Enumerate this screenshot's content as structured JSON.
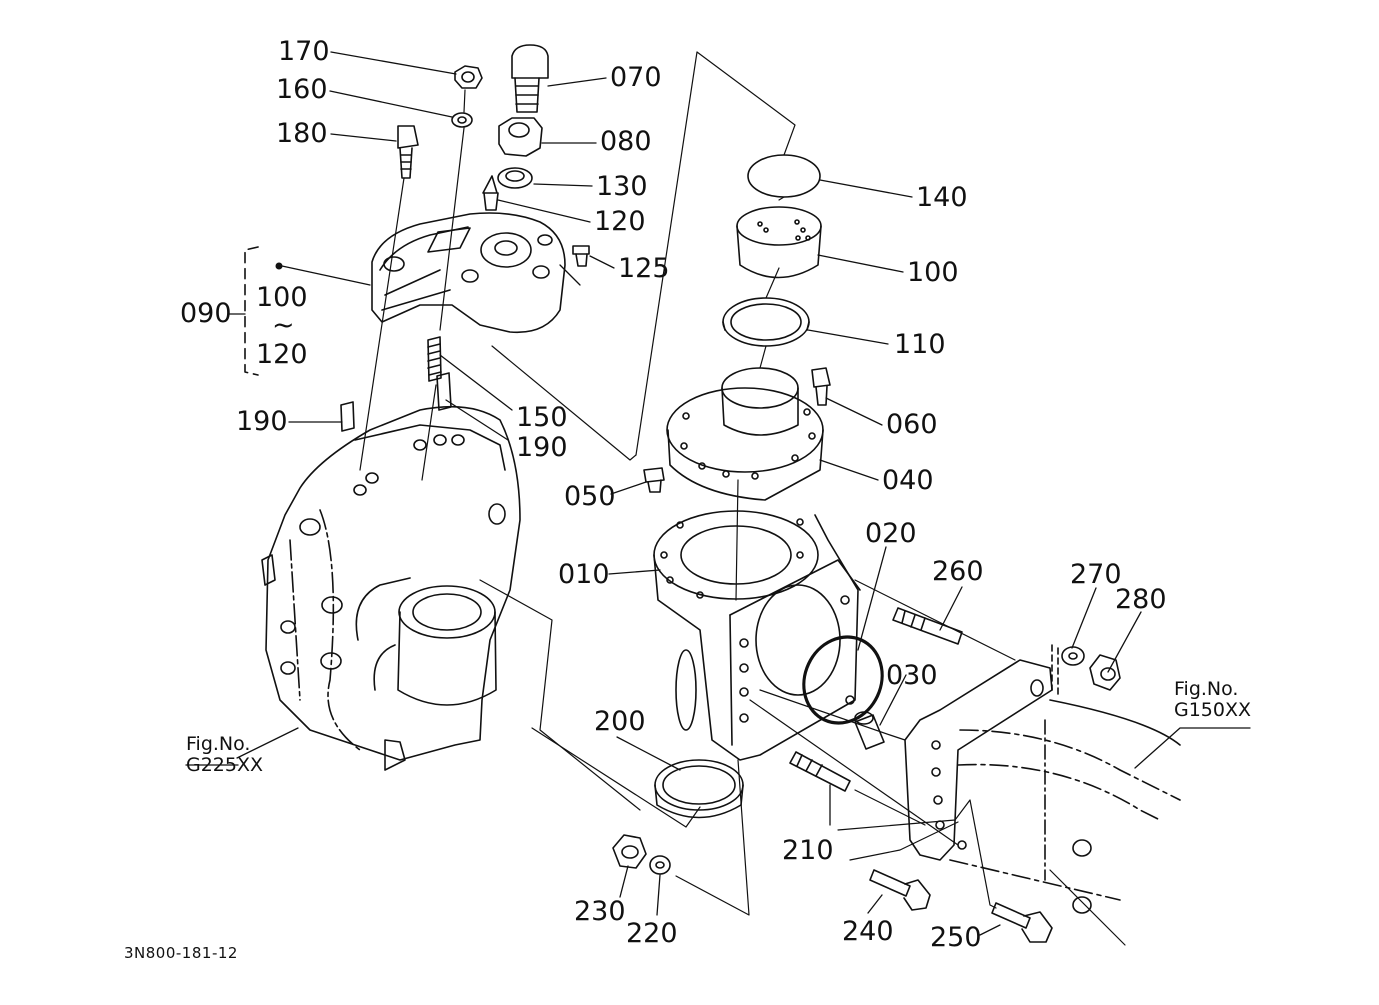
{
  "labels": {
    "p170": "170",
    "p160": "160",
    "p180": "180",
    "p070": "070",
    "p080": "080",
    "p130": "130",
    "p120": "120",
    "p125": "125",
    "p090": "090",
    "p090_from": "100",
    "p090_tilde": "~",
    "p090_to": "120",
    "p140": "140",
    "p100": "100",
    "p110": "110",
    "p060": "060",
    "p040": "040",
    "p050": "050",
    "p150": "150",
    "p190a": "190",
    "p190b": "190",
    "p010": "010",
    "p020": "020",
    "p030": "030",
    "p260": "260",
    "p270": "270",
    "p280": "280",
    "p200": "200",
    "p210": "210",
    "p220": "220",
    "p230": "230",
    "p240": "240",
    "p250": "250"
  },
  "fig_refs": {
    "left_fig": "Fig.No.",
    "left_code": "G225XX",
    "right_fig": "Fig.No.",
    "right_code": "G150XX"
  },
  "drawing_number": "3N800-181-12"
}
